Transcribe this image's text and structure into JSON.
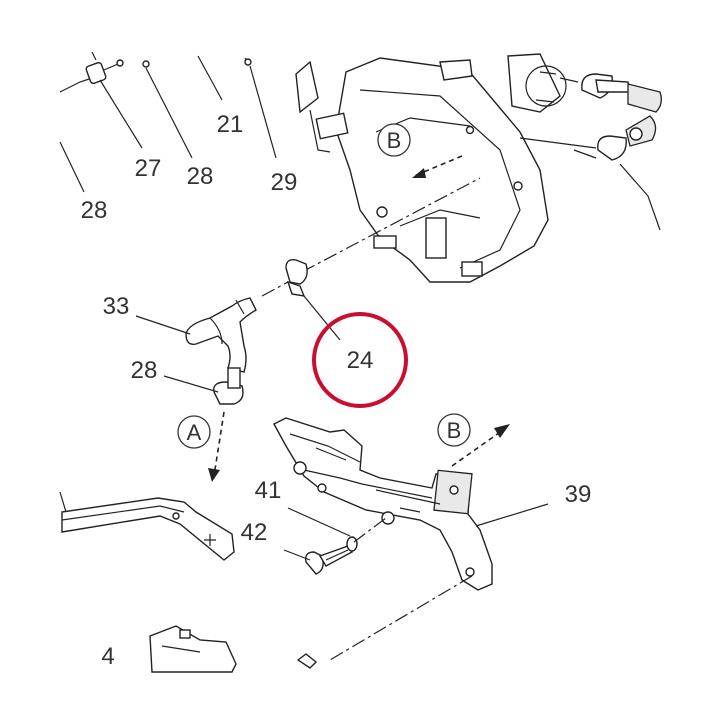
{
  "diagram": {
    "part_numbers": {
      "p27": "27",
      "p28a": "28",
      "p21": "21",
      "p29": "29",
      "p28b": "28",
      "p33": "33",
      "p28c": "28",
      "p24": "24",
      "p41": "41",
      "p42": "42",
      "p39": "39",
      "p4": "4"
    },
    "callouts": {
      "b_top": "B",
      "b_mid": "B",
      "a_left": "A"
    },
    "highlight": {
      "part": "24",
      "color": "#c8102e"
    }
  }
}
